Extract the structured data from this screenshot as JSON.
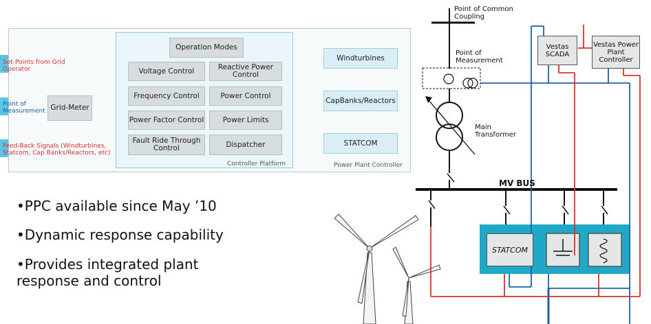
{
  "controller": {
    "caption": "Power Plant Controller",
    "platform_caption": "Controller Platform",
    "inputs": [
      {
        "label": "Set-Points from Grid Operator",
        "color": "#d8322c"
      },
      {
        "label": "Point of Measurement",
        "color": "#1f5fa8"
      },
      {
        "label": "Feed-Back Signals (Windturbines, Statcom, Cap Banks/Reactors, etc)",
        "color": "#d8322c"
      }
    ],
    "grid_meter": "Grid-Meter",
    "operation_modes": "Operation Modes",
    "modes": [
      "Voltage Control",
      "Reactive Power Control",
      "Frequency Control",
      "Power Control",
      "Power Factor Control",
      "Power Limits",
      "Fault Ride Through Control",
      "Dispatcher"
    ],
    "outputs": [
      "Windturbines",
      "CapBanks/Reactors",
      "STATCOM"
    ]
  },
  "bullets": [
    "•PPC available since May ’10",
    "•Dynamic response capability",
    "•Provides integrated plant response and control"
  ],
  "single_line": {
    "pcc": "Point of Common Coupling",
    "pom": "Point of Measurement",
    "transformer": "Main Transformer",
    "bus": "MV BUS",
    "scada": "Vestas SCADA",
    "ppc": "Vestas Power Plant Controller",
    "statcom": "STATCOM"
  },
  "colors": {
    "arrow": "#5cc5e3",
    "signal_red": "#d8322c",
    "signal_blue": "#1f5fa8",
    "comp_panel": "#1fa9c7"
  }
}
